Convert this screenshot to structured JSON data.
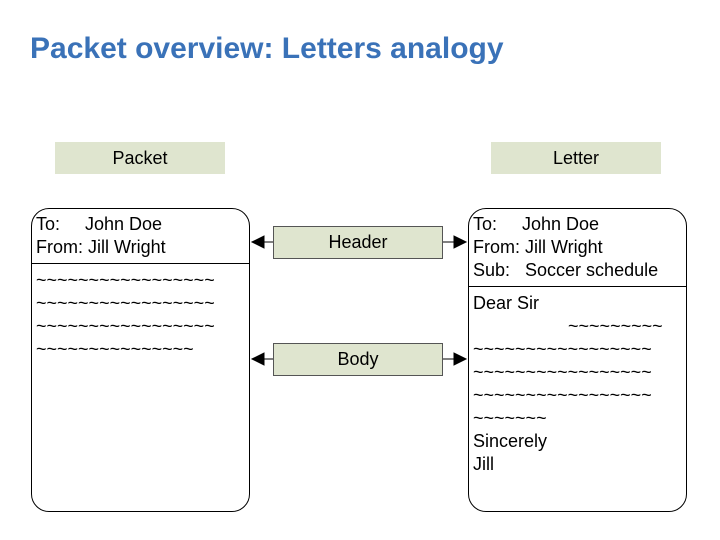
{
  "title": "Packet overview: Letters analogy",
  "packet": {
    "label": "Packet",
    "header_lines": [
      "To:     John Doe",
      "From: Jill Wright"
    ],
    "body_lines": [
      "~~~~~~~~~~~~~~~~~",
      "~~~~~~~~~~~~~~~~~",
      "~~~~~~~~~~~~~~~~~",
      "~~~~~~~~~~~~~~~"
    ]
  },
  "letter": {
    "label": "Letter",
    "header_lines": [
      "To:     John Doe",
      "From: Jill Wright",
      "Sub:   Soccer schedule"
    ],
    "body_lines": [
      "Dear Sir",
      "                   ~~~~~~~~~",
      "~~~~~~~~~~~~~~~~~",
      "~~~~~~~~~~~~~~~~~",
      "~~~~~~~~~~~~~~~~~",
      "~~~~~~~"
    ],
    "closing_lines": [
      "Sincerely",
      "Jill"
    ]
  },
  "connectors": {
    "header_label": "Header",
    "body_label": "Body"
  }
}
